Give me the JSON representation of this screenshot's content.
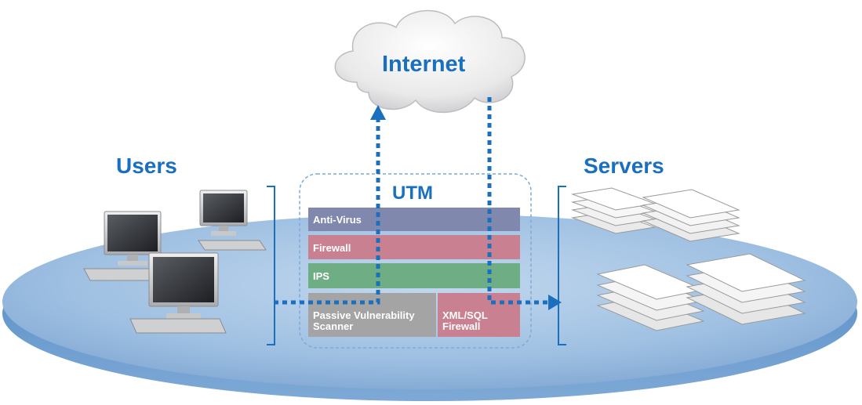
{
  "labels": {
    "internet": "Internet",
    "users": "Users",
    "servers": "Servers",
    "utm": "UTM"
  },
  "utm_layers": {
    "antivirus": "Anti-Virus",
    "firewall": "Firewall",
    "ips": "IPS",
    "pvs": "Passive Vulnerability Scanner",
    "xml_sql": "XML/SQL Firewall"
  },
  "colors": {
    "accent": "#1a6fbf",
    "antivirus": "#8088ad",
    "firewall": "#c98191",
    "ips": "#6fad84",
    "pvs": "#a4a4a4",
    "xml_sql": "#c98191",
    "platform": "#8fb5dd"
  },
  "icons": [
    "computer-icon",
    "server-stack-icon",
    "cloud-icon"
  ]
}
